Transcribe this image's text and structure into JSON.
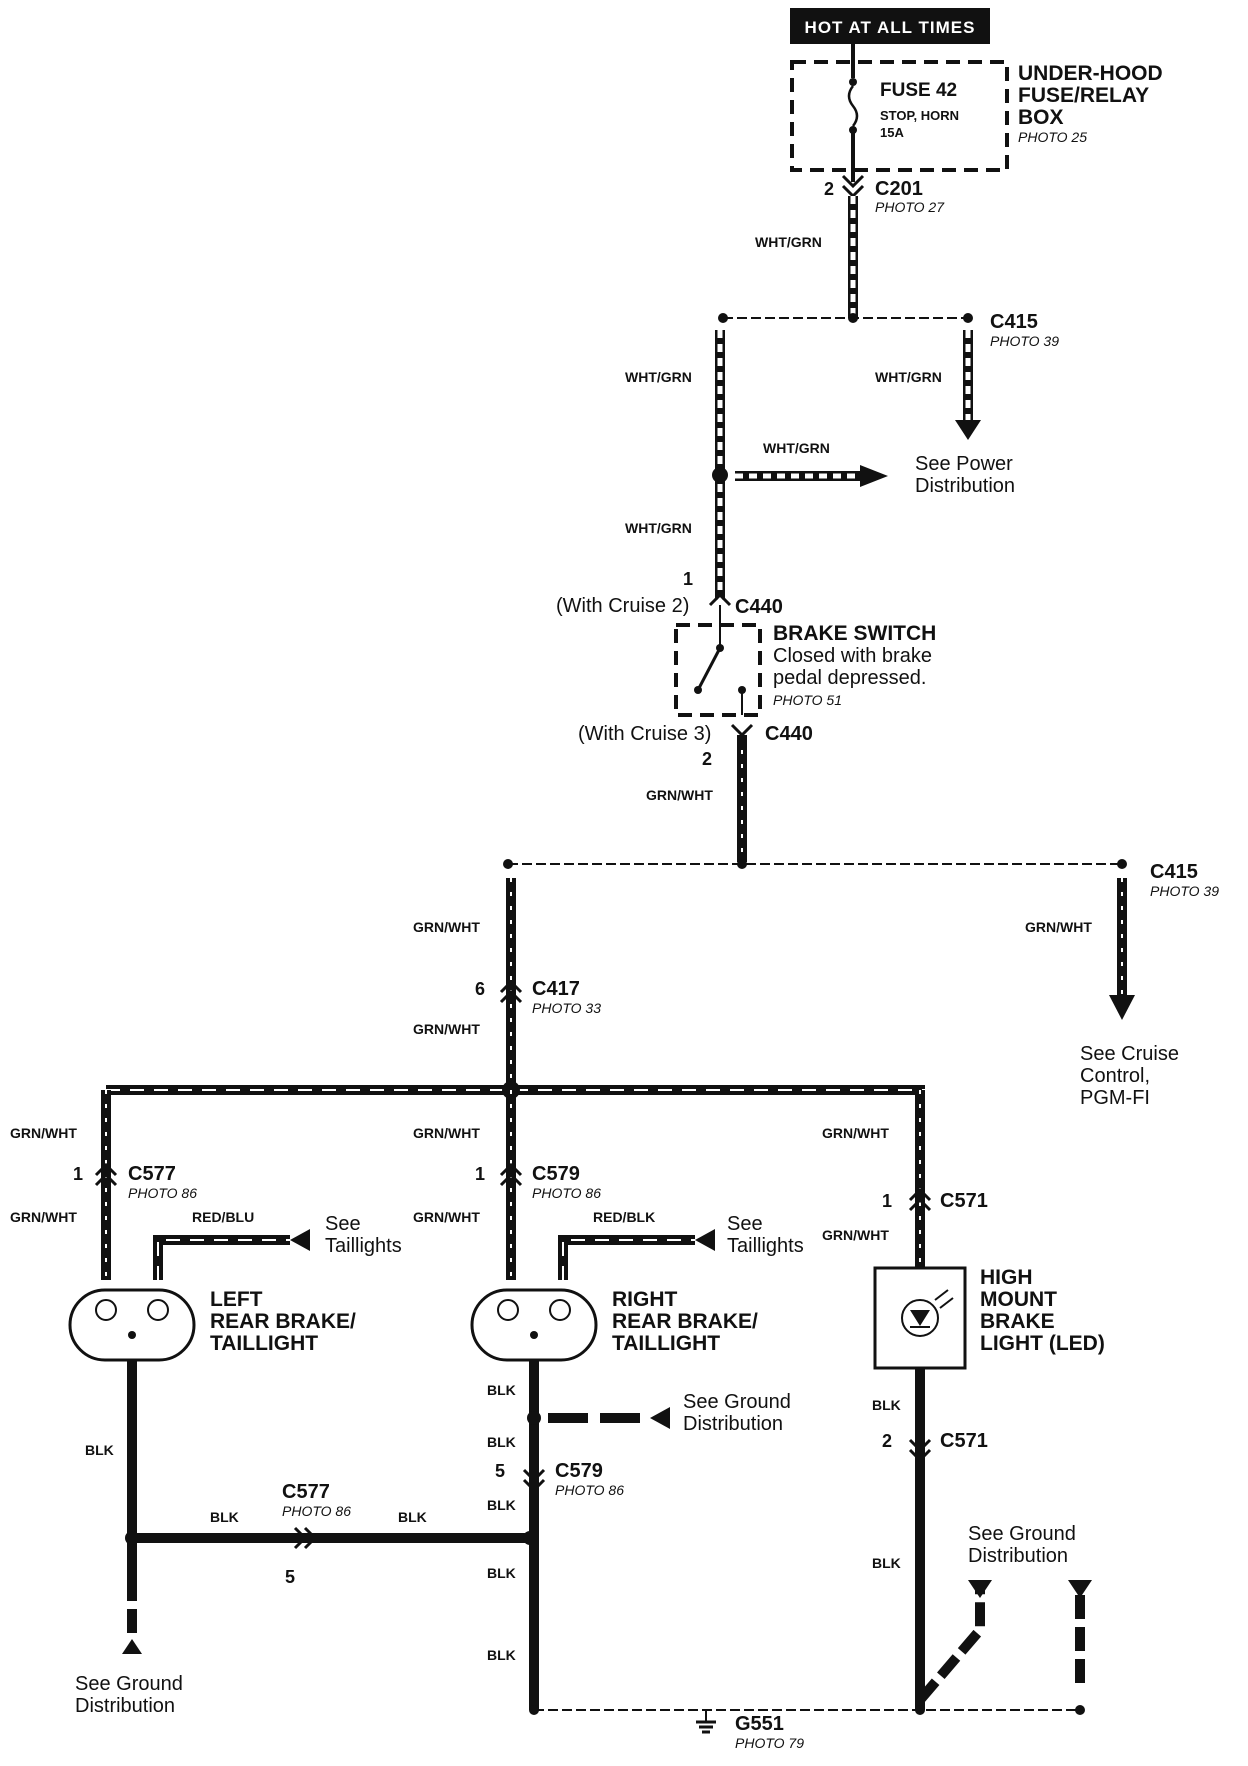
{
  "banner": "HOT AT ALL TIMES",
  "fuse_box": {
    "line1": "UNDER-HOOD",
    "line2": "FUSE/RELAY",
    "line3": "BOX",
    "photo": "PHOTO 25"
  },
  "fuse": {
    "name": "FUSE 42",
    "desc": "STOP, HORN",
    "rating": "15A"
  },
  "c201": {
    "pin": "2",
    "name": "C201",
    "photo": "PHOTO 27"
  },
  "c415_top": {
    "name": "C415",
    "photo": "PHOTO 39"
  },
  "c415_mid": {
    "name": "C415",
    "photo": "PHOTO 39"
  },
  "c440_top": {
    "pin": "1",
    "alt": "(With Cruise 2)",
    "name": "C440"
  },
  "c440_bottom": {
    "pin": "2",
    "alt": "(With Cruise 3)",
    "name": "C440"
  },
  "brake_switch": {
    "name": "BRAKE SWITCH",
    "desc1": "Closed with brake",
    "desc2": "pedal depressed.",
    "photo": "PHOTO 51"
  },
  "power_dist": {
    "line1": "See Power",
    "line2": "Distribution"
  },
  "c417": {
    "pin": "6",
    "name": "C417",
    "photo": "PHOTO 33"
  },
  "cruise": {
    "line1": "See Cruise",
    "line2": "Control,",
    "line3": "PGM-FI"
  },
  "c577_top": {
    "pin": "1",
    "name": "C577",
    "photo": "PHOTO 86"
  },
  "c579_top": {
    "pin": "1",
    "name": "C579",
    "photo": "PHOTO 86"
  },
  "c571_top": {
    "pin": "1",
    "name": "C571"
  },
  "c571_bottom": {
    "pin": "2",
    "name": "C571"
  },
  "c579_bottom": {
    "pin": "5",
    "name": "C579",
    "photo": "PHOTO 86"
  },
  "c577_bottom": {
    "pin": "5",
    "name": "C577",
    "photo": "PHOTO 86"
  },
  "left_lamp": {
    "line1": "LEFT",
    "line2": "REAR BRAKE/",
    "line3": "TAILLIGHT"
  },
  "right_lamp": {
    "line1": "RIGHT",
    "line2": "REAR BRAKE/",
    "line3": "TAILLIGHT"
  },
  "hmbl": {
    "line1": "HIGH",
    "line2": "MOUNT",
    "line3": "BRAKE",
    "line4": "LIGHT (LED)"
  },
  "taillights": {
    "line1": "See",
    "line2": "Taillights"
  },
  "ground_dist": {
    "line1": "See Ground",
    "line2": "Distribution"
  },
  "g551": {
    "name": "G551",
    "photo": "PHOTO 79"
  },
  "wires": {
    "wht_grn": "WHT/GRN",
    "grn_wht": "GRN/WHT",
    "red_blu": "RED/BLU",
    "red_blk": "RED/BLK",
    "blk": "BLK"
  }
}
